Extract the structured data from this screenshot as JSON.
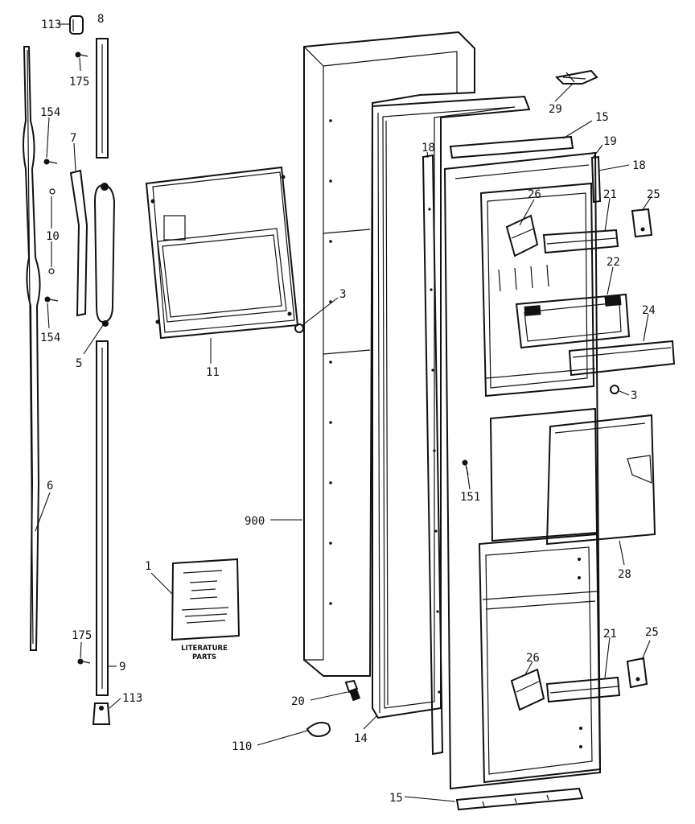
{
  "labels": {
    "l113a": "113",
    "l8": "8",
    "l175a": "175",
    "l154a": "154",
    "l7": "7",
    "l10": "10",
    "l154b": "154",
    "l5": "5",
    "l6": "6",
    "l11": "11",
    "l3a": "3",
    "l900": "900",
    "l1": "1",
    "l175b": "175",
    "l9": "9",
    "l113b": "113",
    "l20": "20",
    "l110": "110",
    "l14": "14",
    "l18a": "18",
    "l18b": "18",
    "l15a": "15",
    "l19": "19",
    "l29": "29",
    "l26a": "26",
    "l21a": "21",
    "l25a": "25",
    "l22": "22",
    "l24": "24",
    "l3b": "3",
    "l151": "151",
    "l28": "28",
    "l21b": "21",
    "l25b": "25",
    "l26b": "26",
    "l15b": "15"
  },
  "literature": {
    "line1": "LITERATURE",
    "line2": "PARTS"
  }
}
